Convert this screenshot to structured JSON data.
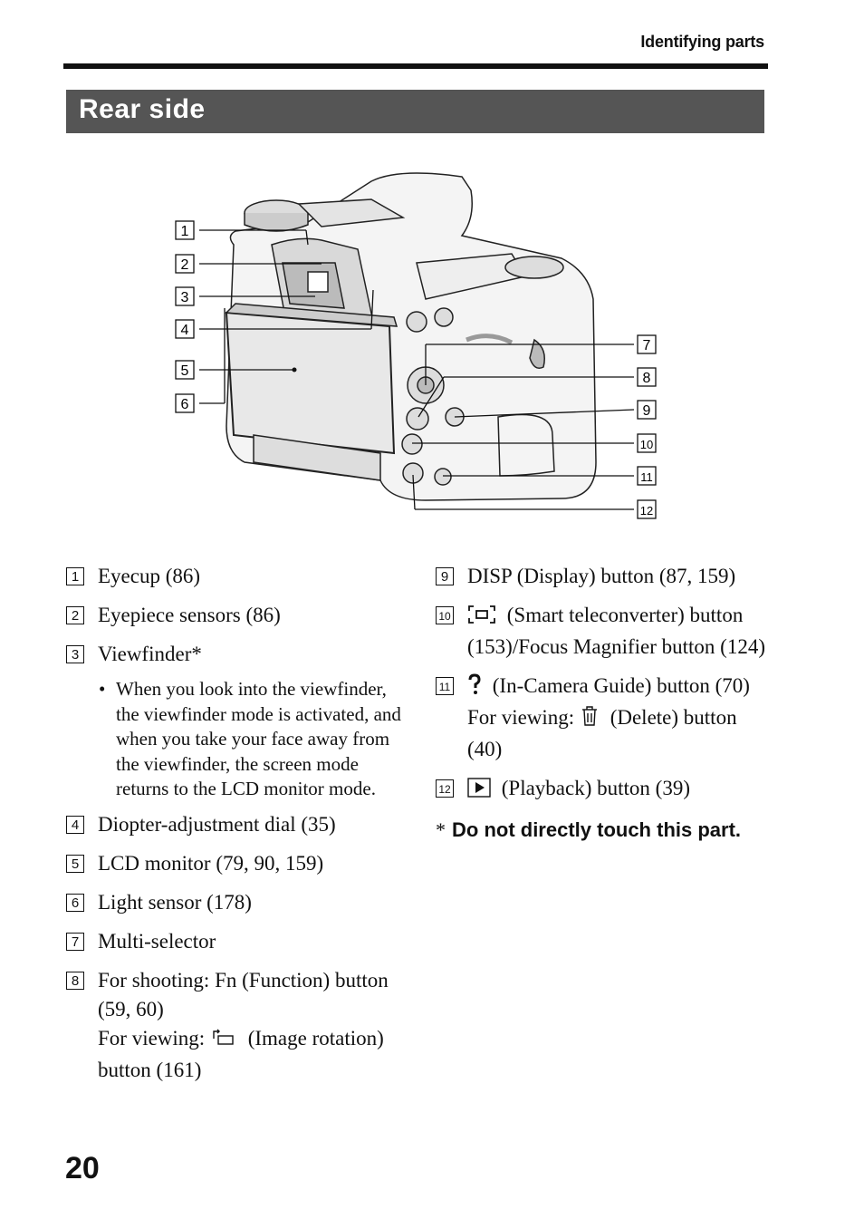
{
  "header": {
    "running_title": "Identifying parts"
  },
  "section": {
    "title": "Rear side"
  },
  "figure": {
    "callouts": [
      "1",
      "2",
      "3",
      "4",
      "5",
      "6",
      "7",
      "8",
      "9",
      "10",
      "11",
      "12"
    ]
  },
  "left_items": [
    {
      "num": "1",
      "text": "Eyecup (86)"
    },
    {
      "num": "2",
      "text": "Eyepiece sensors (86)"
    },
    {
      "num": "3",
      "text": "Viewfinder*"
    },
    {
      "num": "4",
      "text": "Diopter-adjustment dial (35)"
    },
    {
      "num": "5",
      "text": "LCD monitor (79, 90, 159)"
    },
    {
      "num": "6",
      "text": "Light sensor (178)"
    },
    {
      "num": "7",
      "text": "Multi-selector"
    },
    {
      "num": "8",
      "line1": "For shooting: Fn (Function) button (59, 60)",
      "line2a": "For viewing:",
      "line2b": "(Image rotation) button (161)"
    }
  ],
  "viewfinder_bullet": "When you look into the viewfinder, the viewfinder mode is activated, and when you take your face away from the viewfinder, the screen mode returns to the LCD monitor mode.",
  "right_items": [
    {
      "num": "9",
      "text": "DISP (Display) button (87, 159)"
    },
    {
      "num": "10",
      "text": "(Smart teleconverter) button (153)/Focus Magnifier button (124)"
    },
    {
      "num": "11",
      "line1": "(In-Camera Guide) button (70)",
      "line2a": "For viewing:",
      "line2b": "(Delete) button (40)"
    },
    {
      "num": "12",
      "text": "(Playback) button (39)"
    }
  ],
  "note": {
    "asterisk": "*",
    "text": "Do not directly touch this part."
  },
  "page_number": "20",
  "icons": [
    "smart-teleconverter-icon",
    "help-icon",
    "trash-icon",
    "play-icon",
    "rotate-icon"
  ]
}
